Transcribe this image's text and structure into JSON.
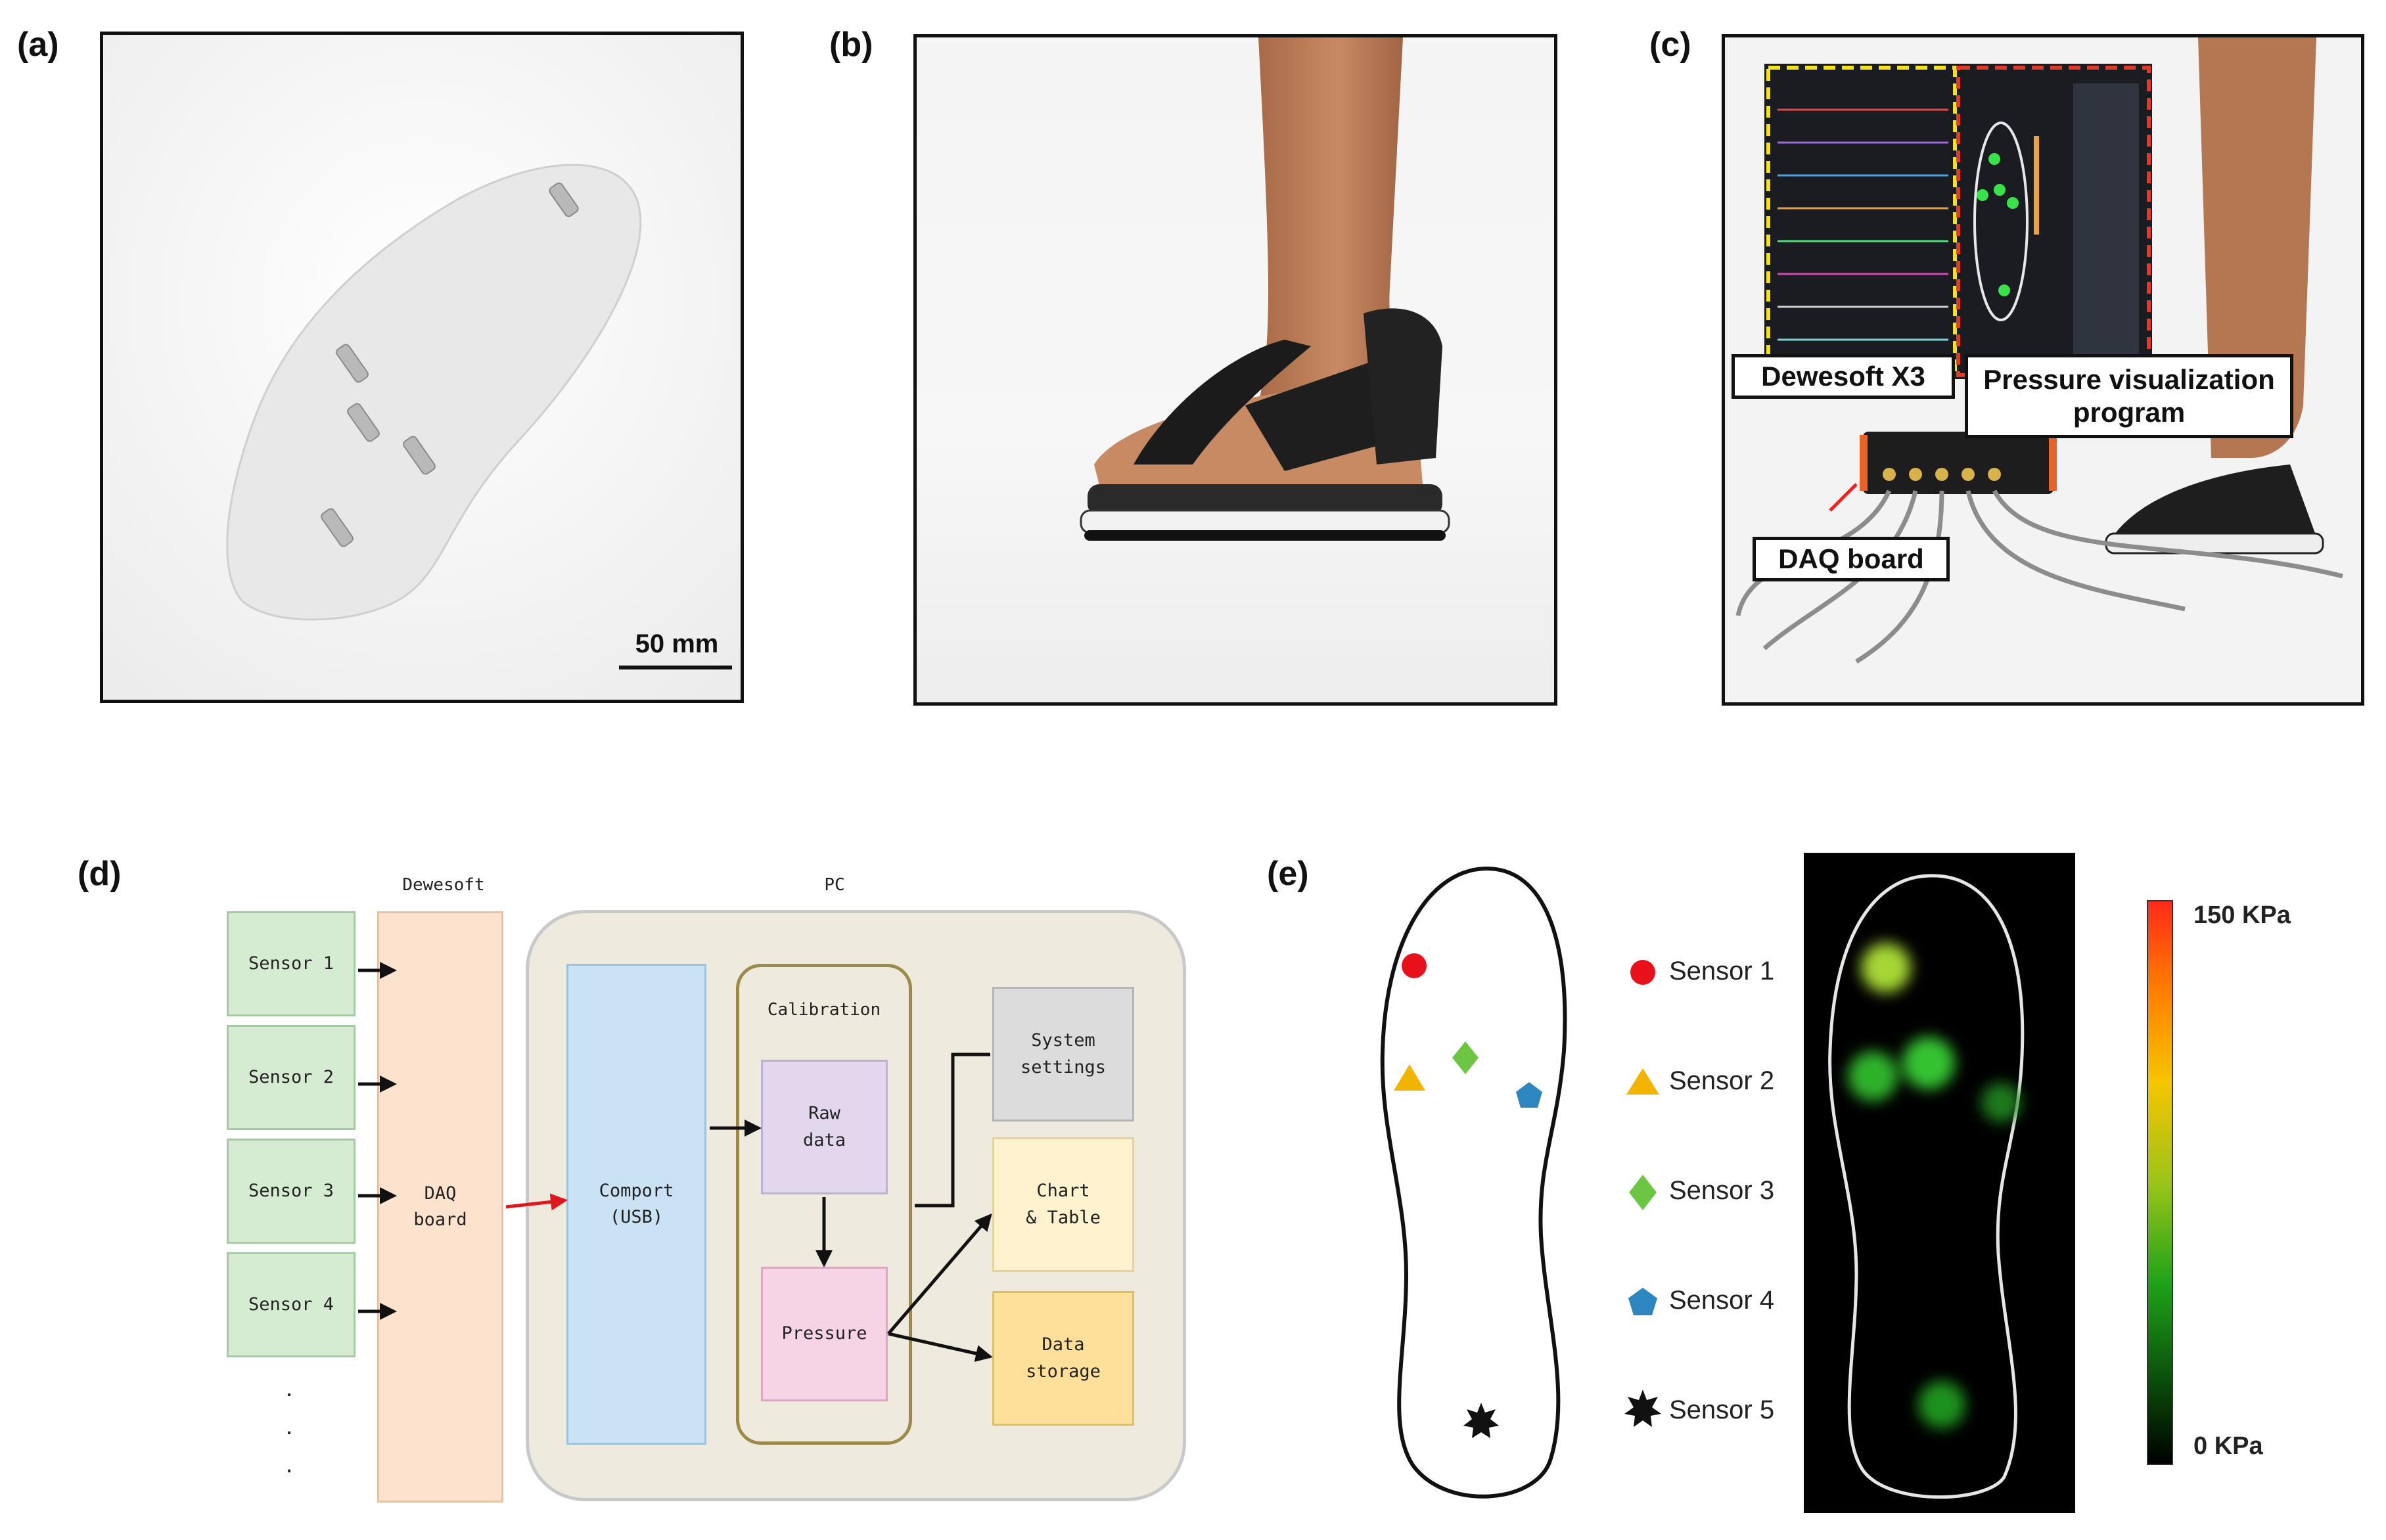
{
  "panels": {
    "a": {
      "label": "(a)",
      "scale_bar": "50 mm"
    },
    "b": {
      "label": "(b)"
    },
    "c": {
      "label": "(c)",
      "callouts": {
        "software": "Dewesoft X3",
        "visualization": "Pressure visualization program",
        "daq": "DAQ board"
      }
    },
    "d": {
      "label": "(d)",
      "groups": {
        "dewesoft": "Dewesoft",
        "pc": "PC"
      },
      "sensors": [
        "Sensor 1",
        "Sensor 2",
        "Sensor 3",
        "Sensor 4"
      ],
      "dots": ".\n.\n.",
      "daq": "DAQ\nboard",
      "comport": "Comport\n(USB)",
      "calibration": "Calibration",
      "raw": "Raw\ndata",
      "pressure": "Pressure",
      "settings": "System\nsettings",
      "chart": "Chart\n& Table",
      "storage": "Data\nstorage"
    },
    "e": {
      "label": "(e)",
      "legend": [
        {
          "name": "Sensor 1",
          "color": "#e8101a"
        },
        {
          "name": "Sensor 2",
          "color": "#f2b400"
        },
        {
          "name": "Sensor 3",
          "color": "#6cc644"
        },
        {
          "name": "Sensor 4",
          "color": "#2e86c1"
        },
        {
          "name": "Sensor 5",
          "color": "#111111"
        }
      ],
      "colorbar": {
        "max": "150 KPa",
        "min": "0 KPa"
      }
    }
  },
  "colors": {
    "sensor_box": "#d6ecd2",
    "daq_box": "#fde3cd",
    "pc_box": "#eeeadd",
    "comport_box": "#c9e3f5",
    "raw_box": "#e3d7ee",
    "pressure_box": "#f6d4e6",
    "settings_box": "#dcdcdc",
    "chart_box": "#fff2cf",
    "storage_box": "#ffe09a",
    "calibration_border": "#9c8a4a"
  }
}
